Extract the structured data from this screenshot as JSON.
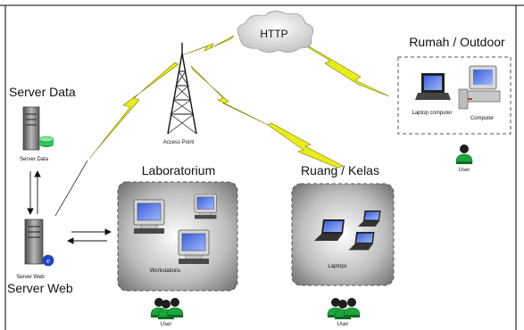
{
  "cloud": {
    "label": "HTTP"
  },
  "access_point": {
    "label": "Access Point"
  },
  "server_data": {
    "title": "Server Data",
    "caption": "Server Data"
  },
  "server_web": {
    "title": "Server Web",
    "caption": "Server Web"
  },
  "laboratorium": {
    "title": "Laboratorium",
    "caption": "Workstations",
    "user": "User"
  },
  "ruang_kelas": {
    "title": "Ruang / Kelas",
    "caption": "Laptops",
    "user": "User"
  },
  "rumah_outdoor": {
    "title": "Rumah / Outdoor",
    "laptop_caption": "Laptop computer",
    "computer_caption": "Computer",
    "user": "User"
  },
  "colors": {
    "lightning": "#e8ec1c",
    "lightning_stroke": "#7a7a00",
    "user_green": "#19a63a",
    "dashed_border": "#555555"
  }
}
